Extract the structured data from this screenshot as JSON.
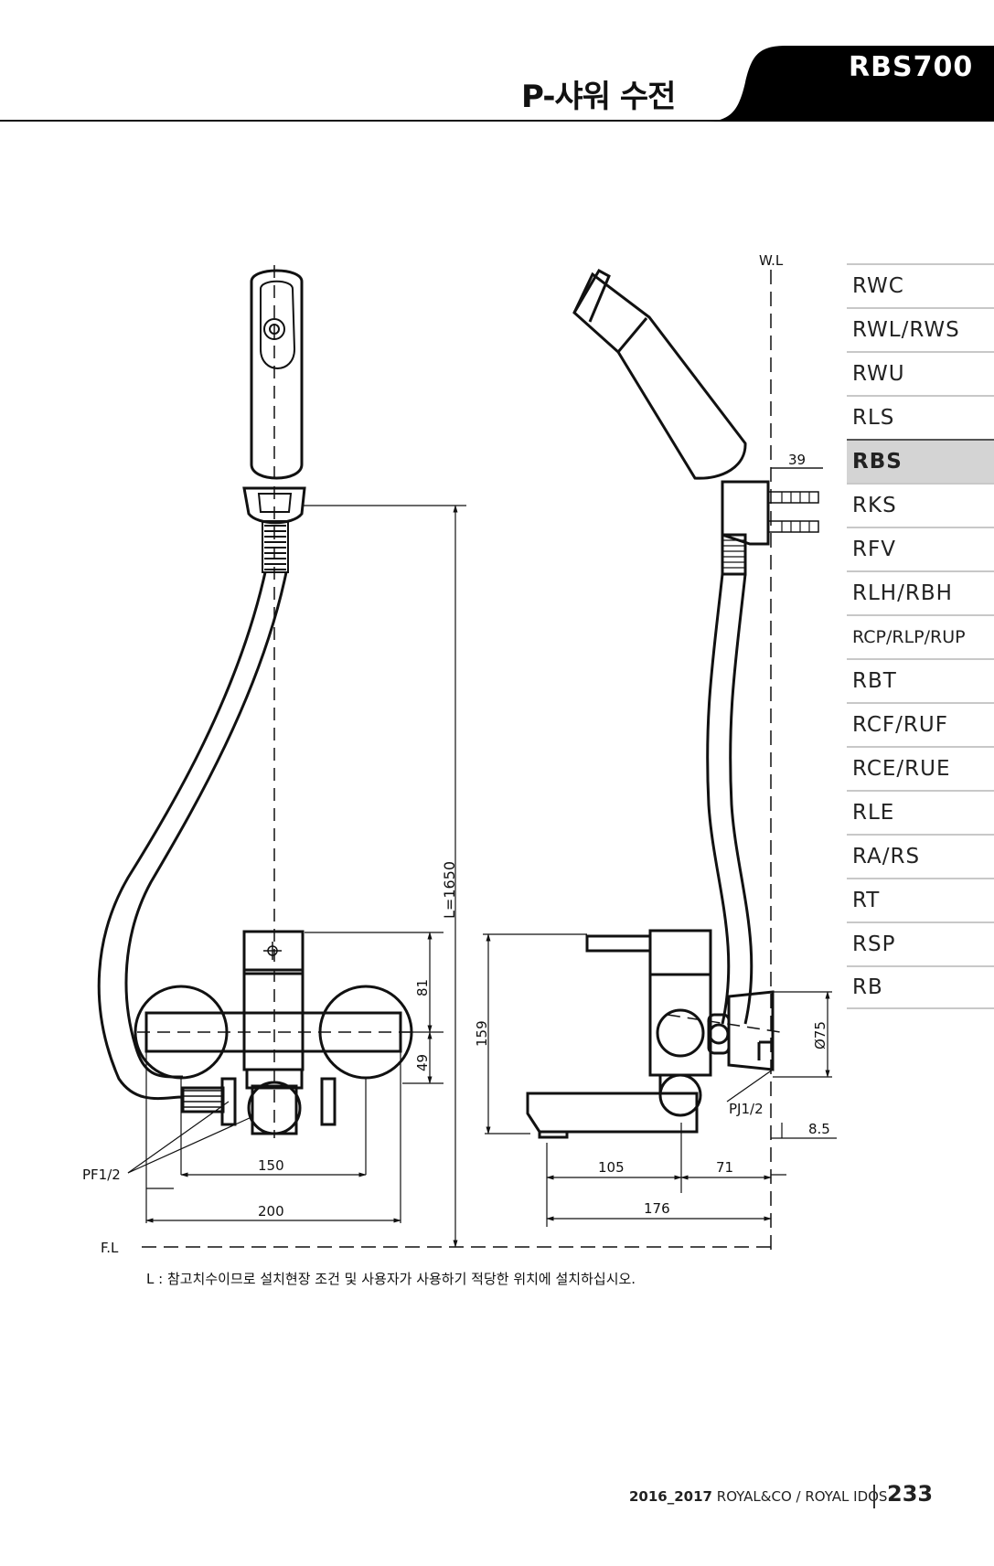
{
  "header": {
    "title": "P-샤워 수전",
    "model": "RBS700"
  },
  "sidebar": {
    "items": [
      {
        "label": "RWC"
      },
      {
        "label": "RWL/RWS"
      },
      {
        "label": "RWU"
      },
      {
        "label": "RLS"
      },
      {
        "label": "RBS"
      },
      {
        "label": "RKS"
      },
      {
        "label": "RFV"
      },
      {
        "label": "RLH/RBH"
      },
      {
        "label": "RCP/RLP/RUP"
      },
      {
        "label": "RBT"
      },
      {
        "label": "RCF/RUF"
      },
      {
        "label": "RCE/RUE"
      },
      {
        "label": "RLE"
      },
      {
        "label": "RA/RS"
      },
      {
        "label": "RT"
      },
      {
        "label": "RSP"
      },
      {
        "label": "RB"
      }
    ],
    "active_index": 4
  },
  "drawing": {
    "wl_label": "W.L",
    "fl_label": "F.L",
    "pf_label": "PF1/2",
    "pj_label": "PJ1/2",
    "dim_length": "L=1650",
    "dim_81": "81",
    "dim_49": "49",
    "dim_159": "159",
    "dim_150": "150",
    "dim_200": "200",
    "dim_105": "105",
    "dim_71": "71",
    "dim_176": "176",
    "dim_39": "39",
    "dim_75": "Ø75",
    "dim_85": "8.5"
  },
  "note": "L : 참고치수이므로 설치현장 조건 및 사용자가 사용하기 적당한 위치에 설치하십시오.",
  "footer": {
    "years": "2016_2017",
    "brand": " ROYAL&CO / ROYAL IDOS",
    "page": "233"
  },
  "colors": {
    "active_tab": "#d4d4d4",
    "header_tab": "#000000"
  }
}
